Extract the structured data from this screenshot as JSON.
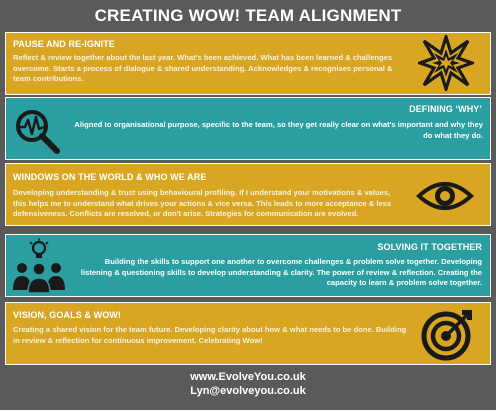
{
  "title": "CREATING WOW! TEAM ALIGNMENT",
  "sections": [
    {
      "heading": "PAUSE AND RE-IGNITE",
      "text": "Reflect & review together about the last year.  What's been achieved.  What has been learned & challenges overcome.  Starts a process of dialogue & shared understanding.  Acknowledges & recognises personal & team contributions.",
      "icon": "starburst-icon"
    },
    {
      "heading": "DEFINING ‘WHY’",
      "text": "Aligned to organisational purpose, specific to the team, so they get really clear on what's important and why they do what they do.",
      "icon": "magnifier-pulse-icon"
    },
    {
      "heading": "WINDOWS ON THE WORLD & WHO WE ARE",
      "text": "Developing understanding & trust using behavioural profiling. If I understand your motivations & values, this helps me to understand what drives your actions & vice versa.  This leads to more acceptance & less defensiveness.  Conflicts are resolved, or don't arise.  Strategies for communication are evolved.",
      "icon": "eye-icon"
    },
    {
      "heading": "SOLVING IT TOGETHER",
      "text": "Building the skills to support one another to overcome challenges & problem solve together.  Developing listening & questioning skills to develop understanding & clarity.  The power of review & reflection.  Creating the capacity to learn & problem solve together.",
      "icon": "team-lightbulb-icon"
    },
    {
      "heading": "VISION, GOALS & WOW!",
      "text": "Creating a shared vision for the team future.  Developing clarity about how & what needs to be done.  Building in review & reflection for continuous improvement.  Celebrating Wow!",
      "icon": "target-arrow-icon"
    }
  ],
  "footer": {
    "website": "www.EvolveYou.co.uk",
    "email": "Lyn@evolveyou.co.uk"
  },
  "colors": {
    "background": "#5a5a5a",
    "gold": "#d9a623",
    "teal": "#2a9ea0",
    "text": "#ffffff"
  }
}
